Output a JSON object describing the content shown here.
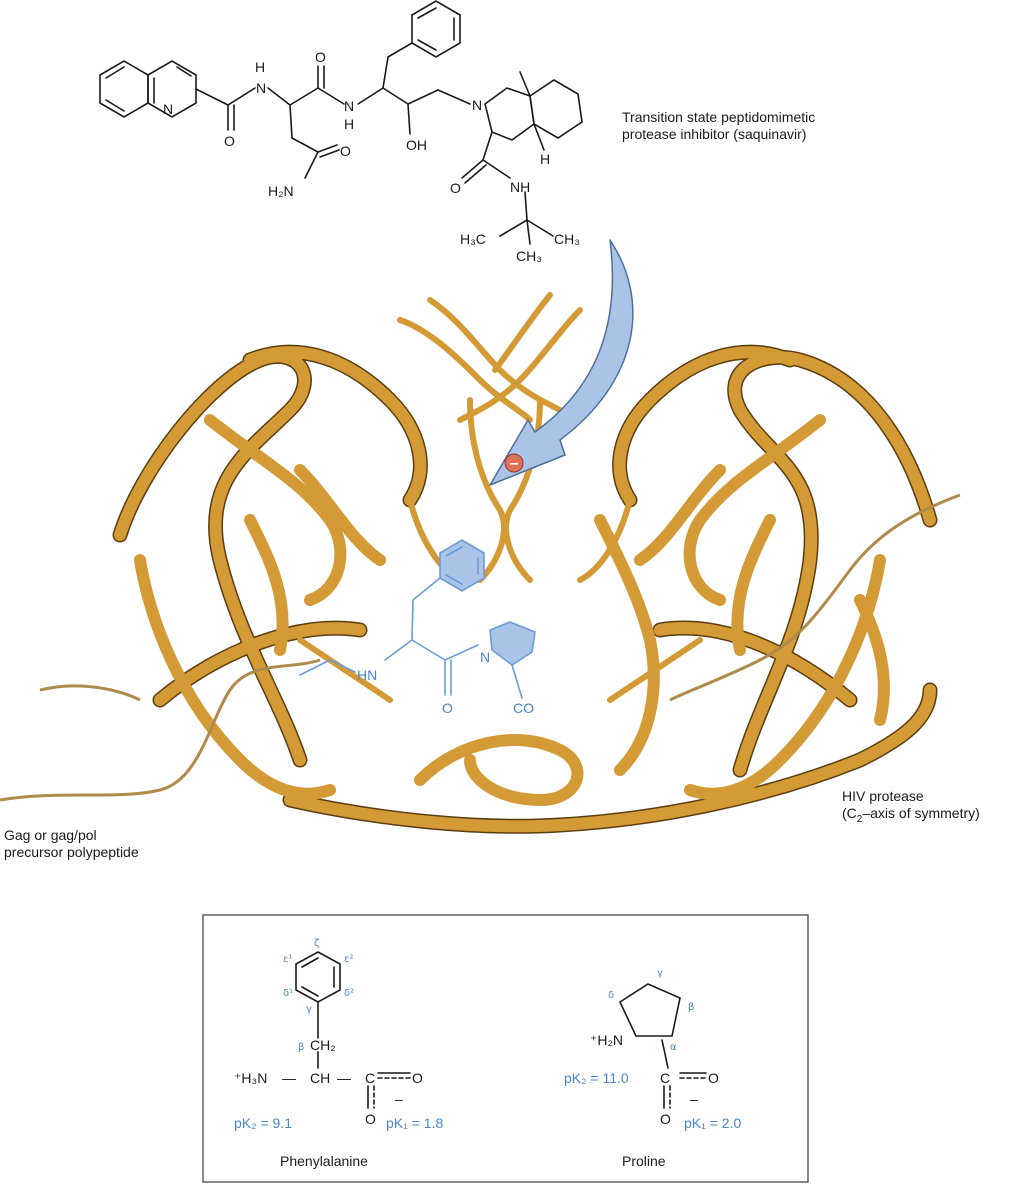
{
  "labels": {
    "inhibitor": {
      "line1": "Transition state peptidomimetic",
      "line2": "protease inhibitor (saquinavir)"
    },
    "protease": {
      "line1": "HIV protease",
      "line2_prefix": "(C",
      "line2_sub": "2",
      "line2_suffix": "–axis of symmetry)"
    },
    "precursor": {
      "line1": "Gag or gag/pol",
      "line2": "precursor polypeptide"
    }
  },
  "saquinavir": {
    "atoms": {
      "N_quin": "N",
      "NH_top": "H",
      "N_amide1": "N",
      "O_1": "O",
      "O_2": "O",
      "NH_2": "N",
      "H_2": "H",
      "O_amide": "O",
      "NH2": "H₂N",
      "OH": "OH",
      "N_ring": "N",
      "H_ring": "H",
      "O_3": "O",
      "NH_3": "NH",
      "H3C": "H₃C",
      "CH3_a": "CH₃",
      "CH3_b": "CH₃"
    }
  },
  "substrate": {
    "HN": "HN",
    "N": "N",
    "O": "O",
    "CO": "CO"
  },
  "charge_symbol": "−",
  "inset": {
    "phenylalanine": {
      "name": "Phenylalanine",
      "greek": {
        "zeta": "ζ",
        "eps1": "ε¹",
        "eps2": "ε²",
        "delta1": "δ¹",
        "delta2": "δ²",
        "gamma": "γ",
        "beta": "β"
      },
      "ch2": "CH₂",
      "h3n": "⁺H₃N",
      "dash": "—",
      "ch": "CH",
      "c": "C",
      "o_right": "O",
      "o_bottom": "O",
      "minus": "–",
      "pk2": "pK₂ = 9.1",
      "pk1": "pK₁ = 1.8"
    },
    "proline": {
      "name": "Proline",
      "greek": {
        "delta": "δ",
        "gamma": "γ",
        "beta": "β",
        "alpha": "α"
      },
      "h2n": "⁺H₂N",
      "c": "C",
      "o_right": "O",
      "o_bottom": "O",
      "minus": "–",
      "pk2": "pK₂ = 11.0",
      "pk1": "pK₁ = 2.0"
    }
  },
  "colors": {
    "ribbon": "#d49a35",
    "ribbon_shadow": "#5b3e10",
    "arrow_fill": "#a9c4e6",
    "substrate_blue": "#6a9cd6",
    "label_blue": "#4a86c8",
    "charge_fill": "#e0705a"
  }
}
